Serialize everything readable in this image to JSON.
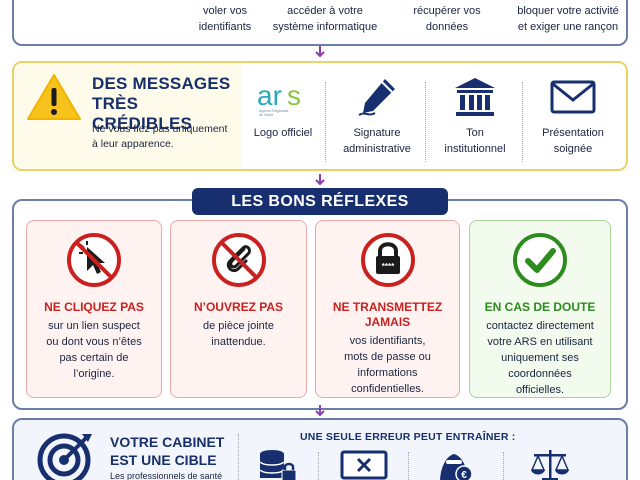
{
  "top": {
    "items": [
      "voler vos\nidentifiants",
      "accéder à votre\nsystème informatique",
      "récupérer vos\ndonnées",
      "bloquer votre activité\net exiger une rançon"
    ]
  },
  "credible": {
    "title": "DES MESSAGES\nTRÈS CRÉDIBLES",
    "description": "Ne vous fiez pas uniquement\nà leur apparence.",
    "items": [
      {
        "label": "Logo officiel",
        "icon": "ars-logo"
      },
      {
        "label": "Signature\nadministrative",
        "icon": "pen-icon"
      },
      {
        "label": "Ton\ninstitutionnel",
        "icon": "institution-icon"
      },
      {
        "label": "Présentation\nsoignée",
        "icon": "envelope-icon"
      }
    ],
    "logo": {
      "text": "ars",
      "tagline": "Agence Régionale\nde Santé"
    }
  },
  "reflexes": {
    "banner": "LES BONS RÉFLEXES",
    "cards": [
      {
        "title": "NE CLIQUEZ PAS",
        "body": "sur un lien suspect\nou dont vous n’êtes\npas certain de\nl’origine.",
        "icon": "no-click-icon",
        "tone": "red"
      },
      {
        "title": "N’OUVREZ PAS",
        "body": "de pièce jointe\ninattendue.",
        "icon": "no-attachment-icon",
        "tone": "red"
      },
      {
        "title": "NE TRANSMETTEZ\nJAMAIS",
        "body": "vos identifiants,\nmots de passe ou\ninformations\nconfidentielles.",
        "icon": "lock-password-icon",
        "tone": "red",
        "lock_text": "****"
      },
      {
        "title": "EN CAS DE DOUTE",
        "body": "contactez directement\nvotre ARS en utilisant\nuniquement ses\ncoordonnées\nofficielles.",
        "icon": "check-icon",
        "tone": "green"
      }
    ]
  },
  "bottom": {
    "title": "VOTRE CABINET\nEST UNE CIBLE",
    "subtitle": "Les professionnels de santé",
    "heading": "UNE SEULE ERREUR PEUT ENTRAÎNER :",
    "icons": [
      "database-lock-icon",
      "screen-error-icon",
      "hacker-euro-icon",
      "justice-scale-icon"
    ]
  },
  "colors": {
    "navy": "#172f6e",
    "red": "#c8211f",
    "green": "#2d8c1e",
    "yellow_border": "#ecd16a",
    "ars_teal": "#2aa9b8",
    "ars_green": "#8bc63f"
  }
}
